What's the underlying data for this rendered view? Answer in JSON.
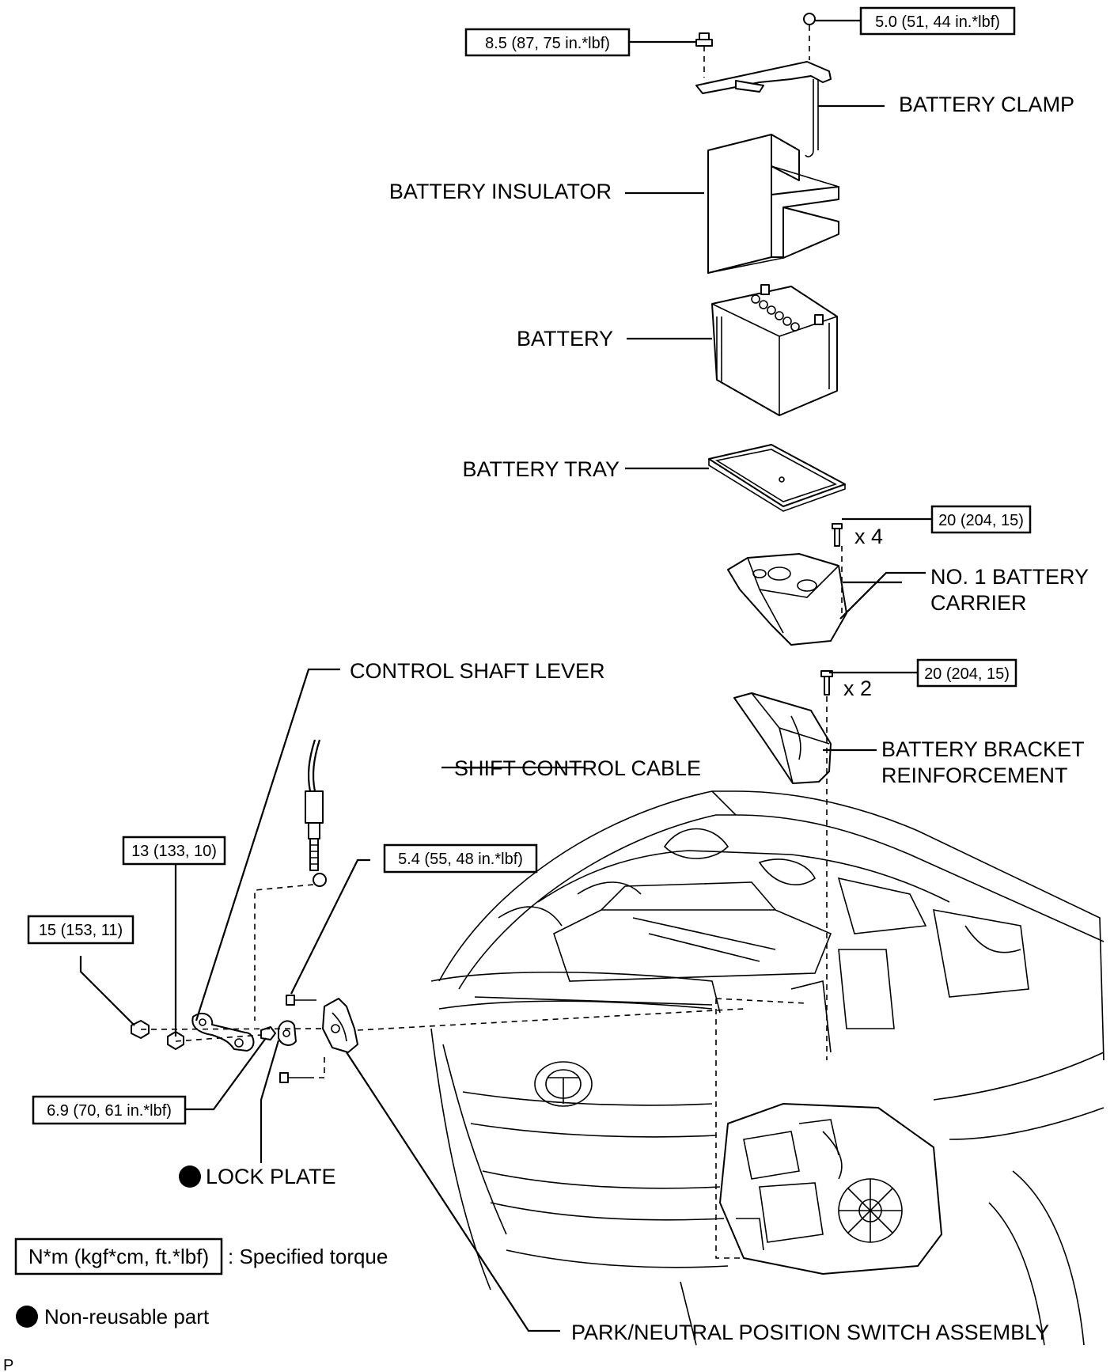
{
  "parts": {
    "battery_clamp": "BATTERY CLAMP",
    "battery_insulator": "BATTERY INSULATOR",
    "battery": "BATTERY",
    "battery_tray": "BATTERY TRAY",
    "no1_battery_carrier_line1": "NO. 1 BATTERY",
    "no1_battery_carrier_line2": "CARRIER",
    "battery_bracket_reinforcement_line1": "BATTERY BRACKET",
    "battery_bracket_reinforcement_line2": "REINFORCEMENT",
    "control_shaft_lever": "CONTROL SHAFT LEVER",
    "shift_control_cable": "SHIFT CONTROL CABLE",
    "lock_plate": "LOCK PLATE",
    "park_neutral_switch": "PARK/NEUTRAL POSITION SWITCH ASSEMBLY"
  },
  "torques": {
    "clamp_bolt": "8.5 (87, 75 in.*lbf)",
    "clamp_nut": "5.0 (51, 44 in.*lbf)",
    "carrier_bolt": "20 (204, 15)",
    "reinforcement_bolt": "20 (204, 15)",
    "lever_nut": "13 (133, 10)",
    "cable_nut": "15 (153, 11)",
    "switch_bolt": "5.4 (55, 48 in.*lbf)",
    "shaft_nut": "6.9 (70, 61 in.*lbf)"
  },
  "quantities": {
    "carrier_bolts": "x 4",
    "reinforcement_bolts": "x 2"
  },
  "legend": {
    "torque_units": "N*m (kgf*cm, ft.*lbf)",
    "torque_desc": ": Specified torque",
    "nonreusable_desc": "Non-reusable part"
  },
  "corner_mark": "P"
}
